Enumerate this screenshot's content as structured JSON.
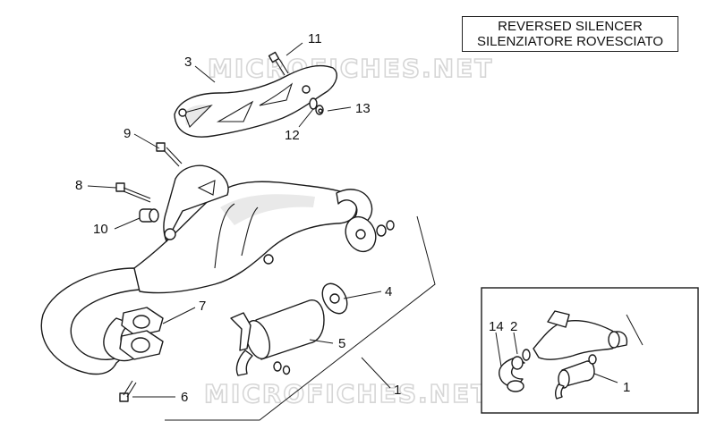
{
  "title": {
    "line1": "REVERSED SILENCER",
    "line2": "SILENZIATORE ROVESCIATO"
  },
  "watermark": "MICROFICHES.NET",
  "callouts": {
    "c11": "11",
    "c3": "3",
    "c13": "13",
    "c12": "12",
    "c9": "9",
    "c8": "8",
    "c10": "10",
    "c4": "4",
    "c7": "7",
    "c5": "5",
    "c1": "1",
    "c6": "6",
    "c14": "14",
    "c2": "2",
    "c1b": "1"
  }
}
